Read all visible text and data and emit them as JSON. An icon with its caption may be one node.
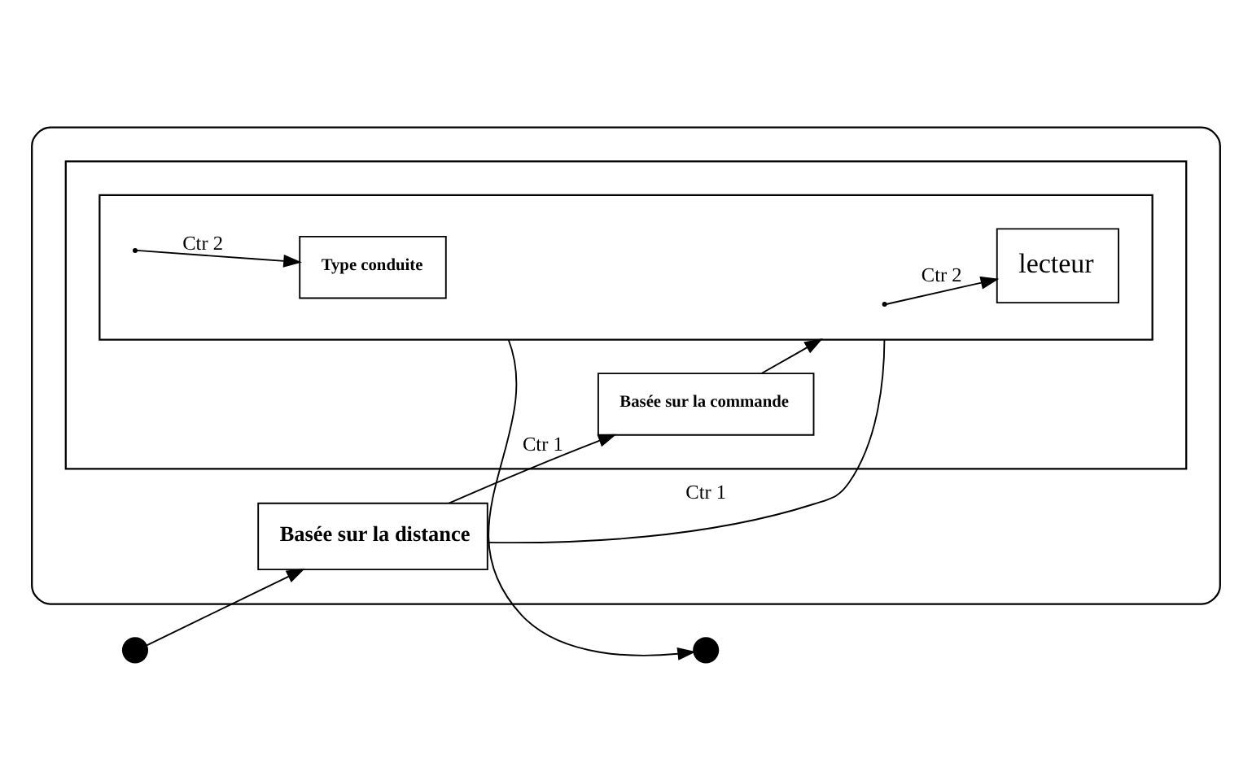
{
  "diagram": {
    "nodes": [
      {
        "text": [],
        "shape": "box"
      },
      {
        "text": [],
        "shape": "circle"
      },
      {
        "text": [
          "Basée sur la distance"
        ],
        "in": 0
      },
      {
        "text": [],
        "shape": "box",
        "in": 0
      },
      {
        "text": [
          "Basée sur la commande"
        ],
        "in": 3
      },
      {
        "text": [],
        "shape": "box",
        "in": 3
      },
      {
        "text": [
          "lecteur"
        ],
        "in": 5
      },
      {
        "text": [
          "Type conduite"
        ],
        "in": 5
      },
      {
        "text": [],
        "shape": "circle"
      }
    ],
    "edges": [
      {
        "from": 1,
        "to": 2,
        "arrow": "to"
      },
      {
        "from": 2,
        "to": 4,
        "arrow": "to",
        "label": "Ctr 1"
      },
      {
        "from": 2,
        "to": 5,
        "arrow": "none",
        "label": "Ctr 1"
      },
      {
        "from": 4,
        "to": 5,
        "arrow": "to"
      },
      {
        "from": null,
        "to": 6,
        "arrow": "to",
        "label": "Ctr 2"
      },
      {
        "from": null,
        "to": 7,
        "arrow": "to",
        "label": "Ctr 2"
      },
      {
        "from": 5,
        "to": 8,
        "arrow": "to"
      }
    ]
  }
}
